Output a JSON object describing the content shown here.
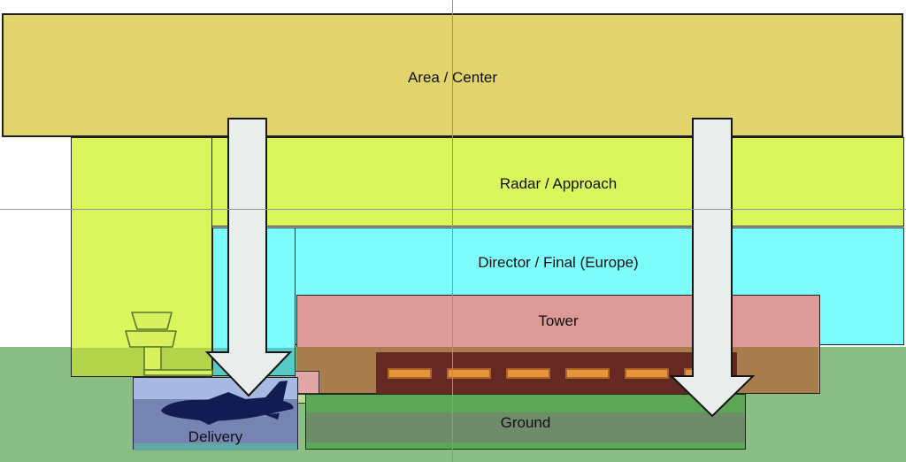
{
  "diagram": {
    "title": "",
    "labels": {
      "area_center": "Area / Center",
      "radar_approach": "Radar / Approach",
      "director_final": "Director / Final (Europe)",
      "tower": "Tower",
      "ground": "Ground",
      "delivery": "Delivery"
    },
    "layers": [
      {
        "name": "area_center",
        "label": "Area / Center",
        "color": "#E1D46C"
      },
      {
        "name": "radar_approach",
        "label": "Radar / Approach",
        "color": "#DAF65C"
      },
      {
        "name": "director_final",
        "label": "Director / Final (Europe)",
        "color": "#7EFDFD"
      },
      {
        "name": "tower",
        "label": "Tower",
        "color": "#DE9999"
      },
      {
        "name": "ground",
        "label": "Ground",
        "color": "#5CA755"
      },
      {
        "name": "delivery",
        "label": "Delivery",
        "color": "#A8B9E2"
      }
    ],
    "colors": {
      "terrain_green": "#8BBE85",
      "tower_underground_brown": "#A87C4D",
      "runway_surface": "#652823",
      "runway_marking": "#E6953C",
      "ground_shade_band": "#6E8C69",
      "delivery_mid": "#7684B4",
      "delivery_bottom_strip": "#62A8A5",
      "arrow_fill": "#E9EDEC",
      "arrow_outline": "#151515",
      "airplane_silhouette": "#101C52",
      "tower_icon_fill": "#D9F05F",
      "tower_icon_outline": "#5c7a2e",
      "gridline": "#8f9696"
    },
    "runway": {
      "dash_count": 6
    },
    "icons": {
      "down_arrow_left": "down-arrow",
      "down_arrow_right": "down-arrow",
      "airplane": "airplane-silhouette",
      "control_tower": "control-tower"
    }
  }
}
